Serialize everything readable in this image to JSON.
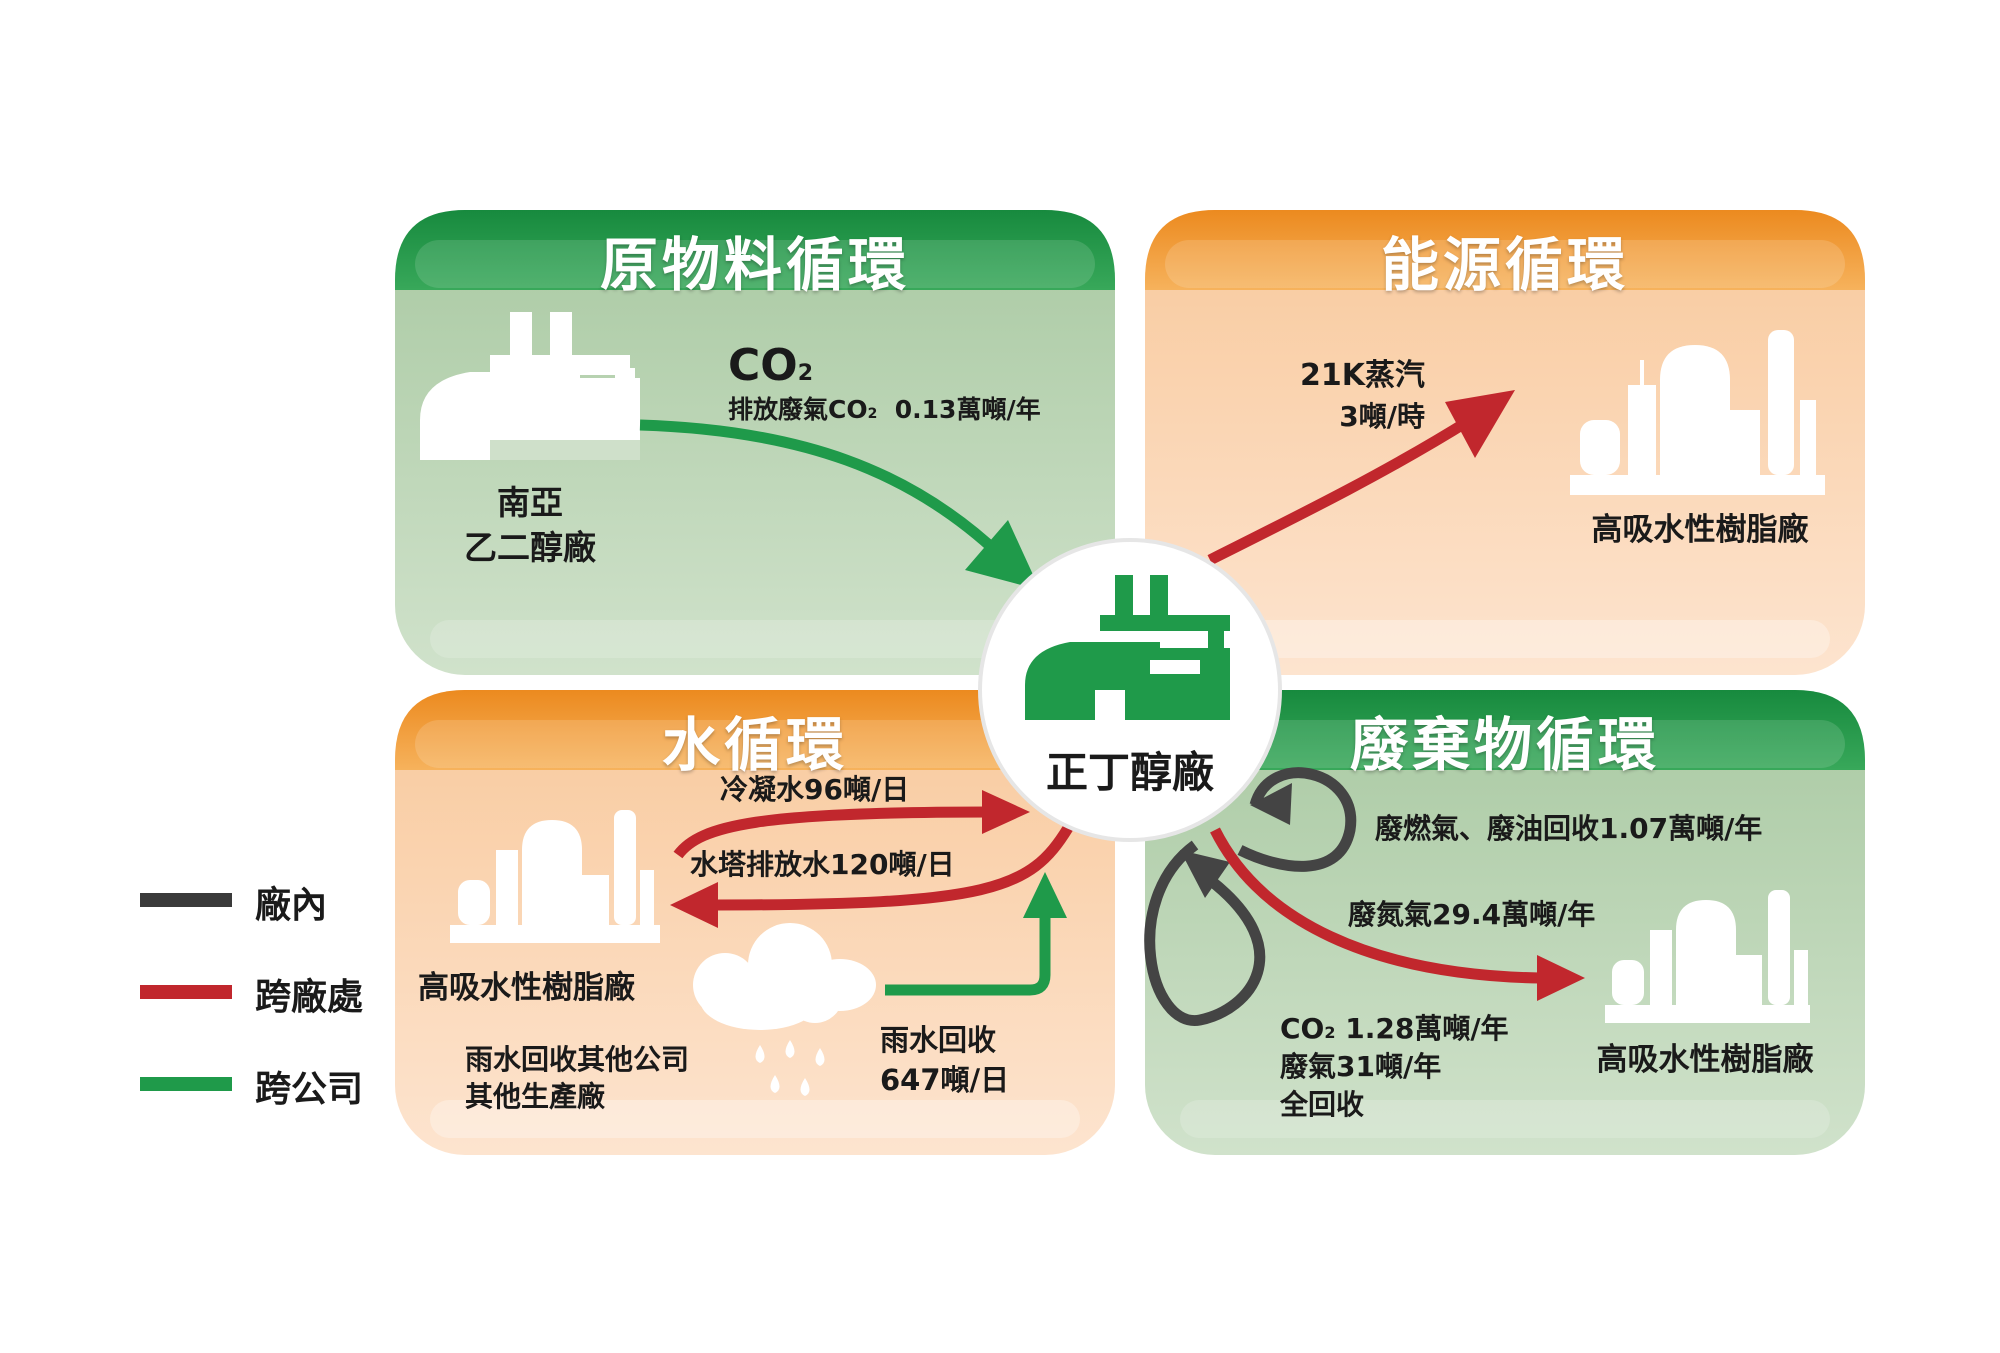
{
  "panels": {
    "raw": {
      "title": "原物料循環"
    },
    "energy": {
      "title": "能源循環"
    },
    "water": {
      "title": "水循環"
    },
    "waste": {
      "title": "廢棄物循環"
    }
  },
  "center": {
    "label": "正丁醇廠"
  },
  "raw": {
    "source_line1": "南亞",
    "source_line2": "乙二醇廠",
    "co2_label": "CO",
    "co2_sub": "2",
    "detail_pre": "排放廢氣CO",
    "detail_sub": "2",
    "detail_post": "  0.13萬噸/年"
  },
  "energy": {
    "steam_label": "21K蒸汽",
    "steam_rate": "3噸/時",
    "target": "高吸水性樹脂廠"
  },
  "water": {
    "condensate": "冷凝水96噸/日",
    "tower": "水塔排放水120噸/日",
    "plant": "高吸水性樹脂廠",
    "rain_label": "雨水回收",
    "rain_rate": "647噸/日",
    "rain_source_line1": "雨水回收其他公司",
    "rain_source_line2": "其他生產廠"
  },
  "waste": {
    "fuel_gas": "廢燃氣、廢油回收1.07萬噸/年",
    "nitrogen": "廢氮氣29.4萬噸/年",
    "co2_pre": "CO",
    "co2_sub": "2",
    "co2_post": " 1.28萬噸/年",
    "waste_gas": "廢氣31噸/年",
    "full": "全回收",
    "target": "高吸水性樹脂廠"
  },
  "legend": [
    {
      "label": "廠內",
      "color": "#3a3a3a"
    },
    {
      "label": "跨廠處",
      "color": "#c1272d"
    },
    {
      "label": "跨公司",
      "color": "#1f9a4a"
    }
  ],
  "colors": {
    "green_header": "#1f9a4a",
    "green_panel": "#b9d3b3",
    "orange_header": "#f0942a",
    "orange_panel": "#fbd8b8",
    "red_arrow": "#c1272d",
    "green_arrow": "#1f9a4a",
    "dark_loop": "#444444"
  },
  "icons": [
    "factory-icon",
    "refinery-icon",
    "rain-cloud-icon"
  ]
}
